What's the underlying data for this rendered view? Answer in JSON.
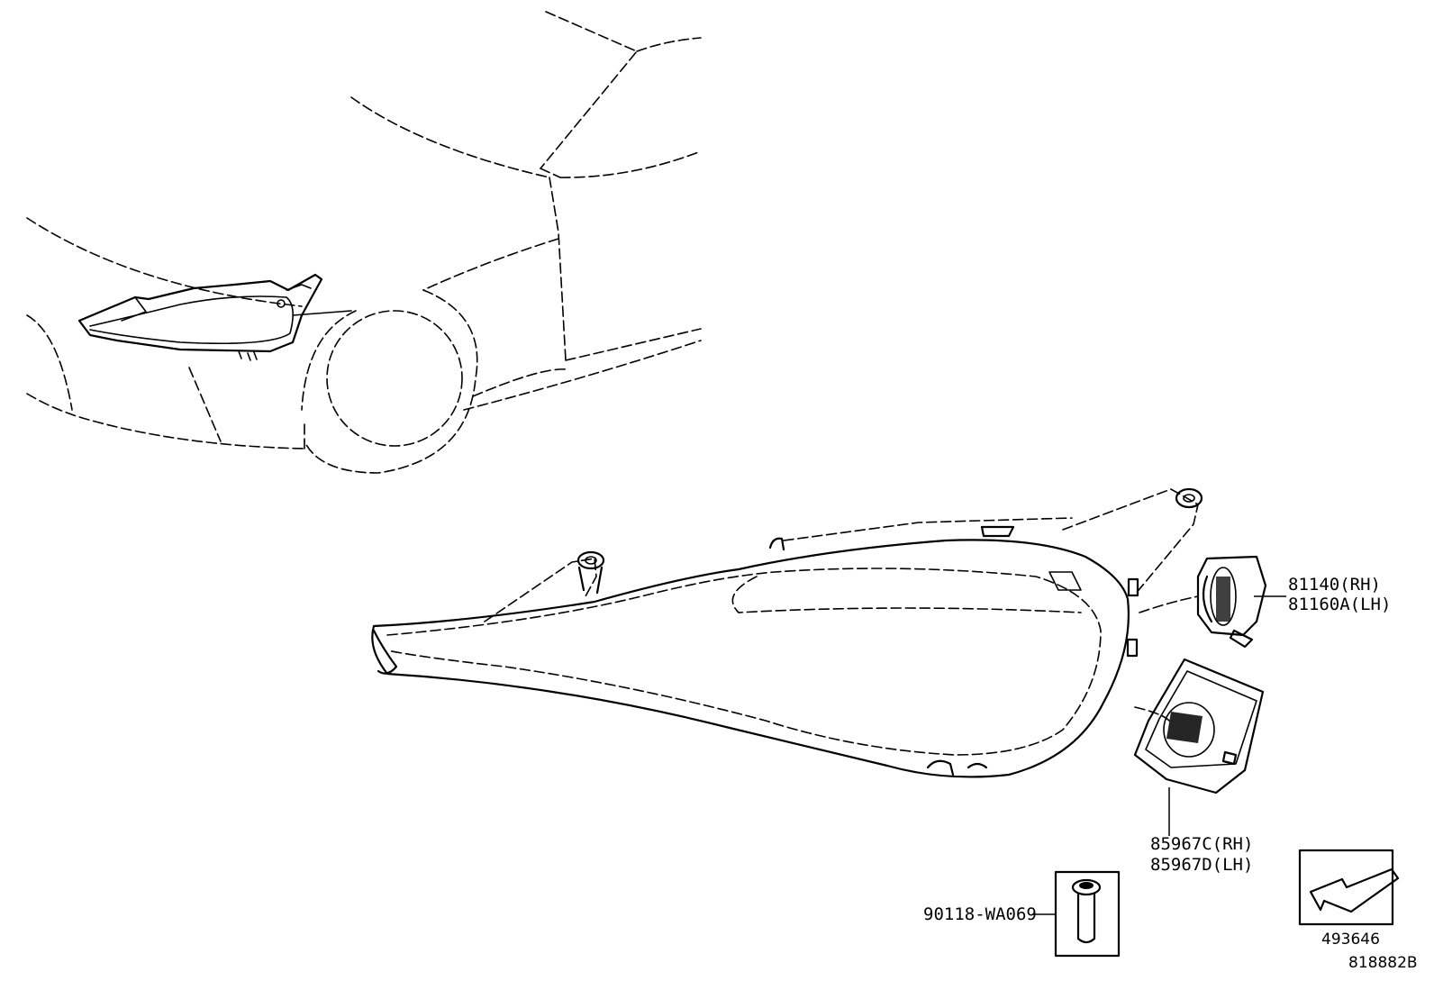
{
  "parts": {
    "projector": {
      "rh": "81140(RH)",
      "lh": "81160A(LH)"
    },
    "computer": {
      "rh": "85967C(RH)",
      "lh": "85967D(LH)"
    },
    "screw": "90118-WA069"
  },
  "reference": {
    "symbol_code": "493646",
    "diagram_code": "818882B"
  }
}
